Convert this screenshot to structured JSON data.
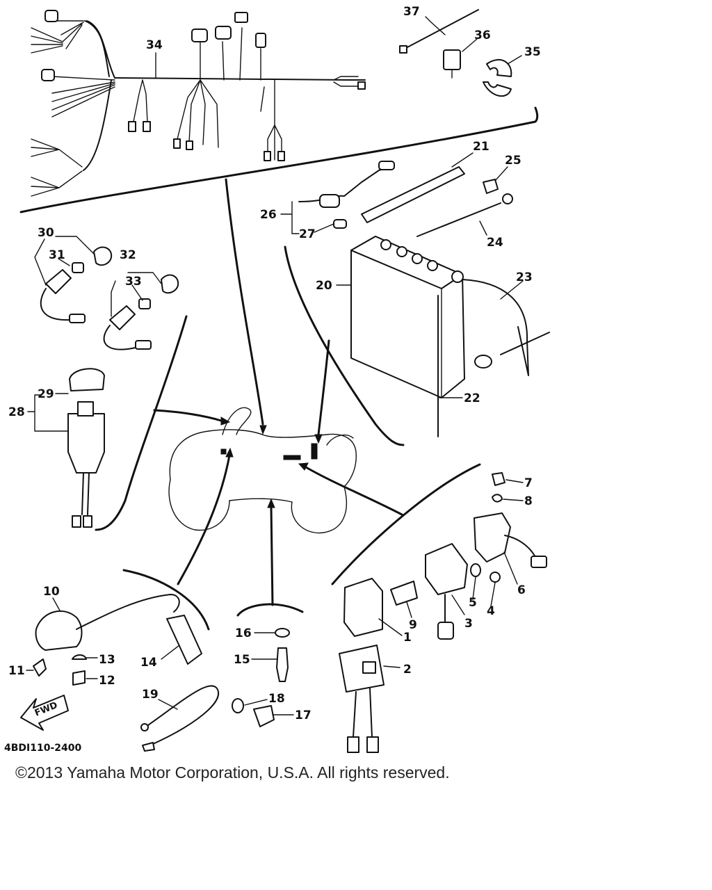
{
  "diagram": {
    "callouts": [
      "1",
      "2",
      "3",
      "4",
      "5",
      "6",
      "7",
      "8",
      "9",
      "10",
      "11",
      "12",
      "13",
      "14",
      "15",
      "16",
      "17",
      "18",
      "19",
      "20",
      "21",
      "22",
      "23",
      "24",
      "25",
      "26",
      "27",
      "28",
      "29",
      "30",
      "31",
      "32",
      "33",
      "34",
      "35",
      "36",
      "37"
    ],
    "fwd_label": "FWD",
    "drawing_code": "4BDI110-2400"
  },
  "footer": {
    "copyright": "©2013 Yamaha Motor Corporation, U.S.A. All rights reserved."
  }
}
